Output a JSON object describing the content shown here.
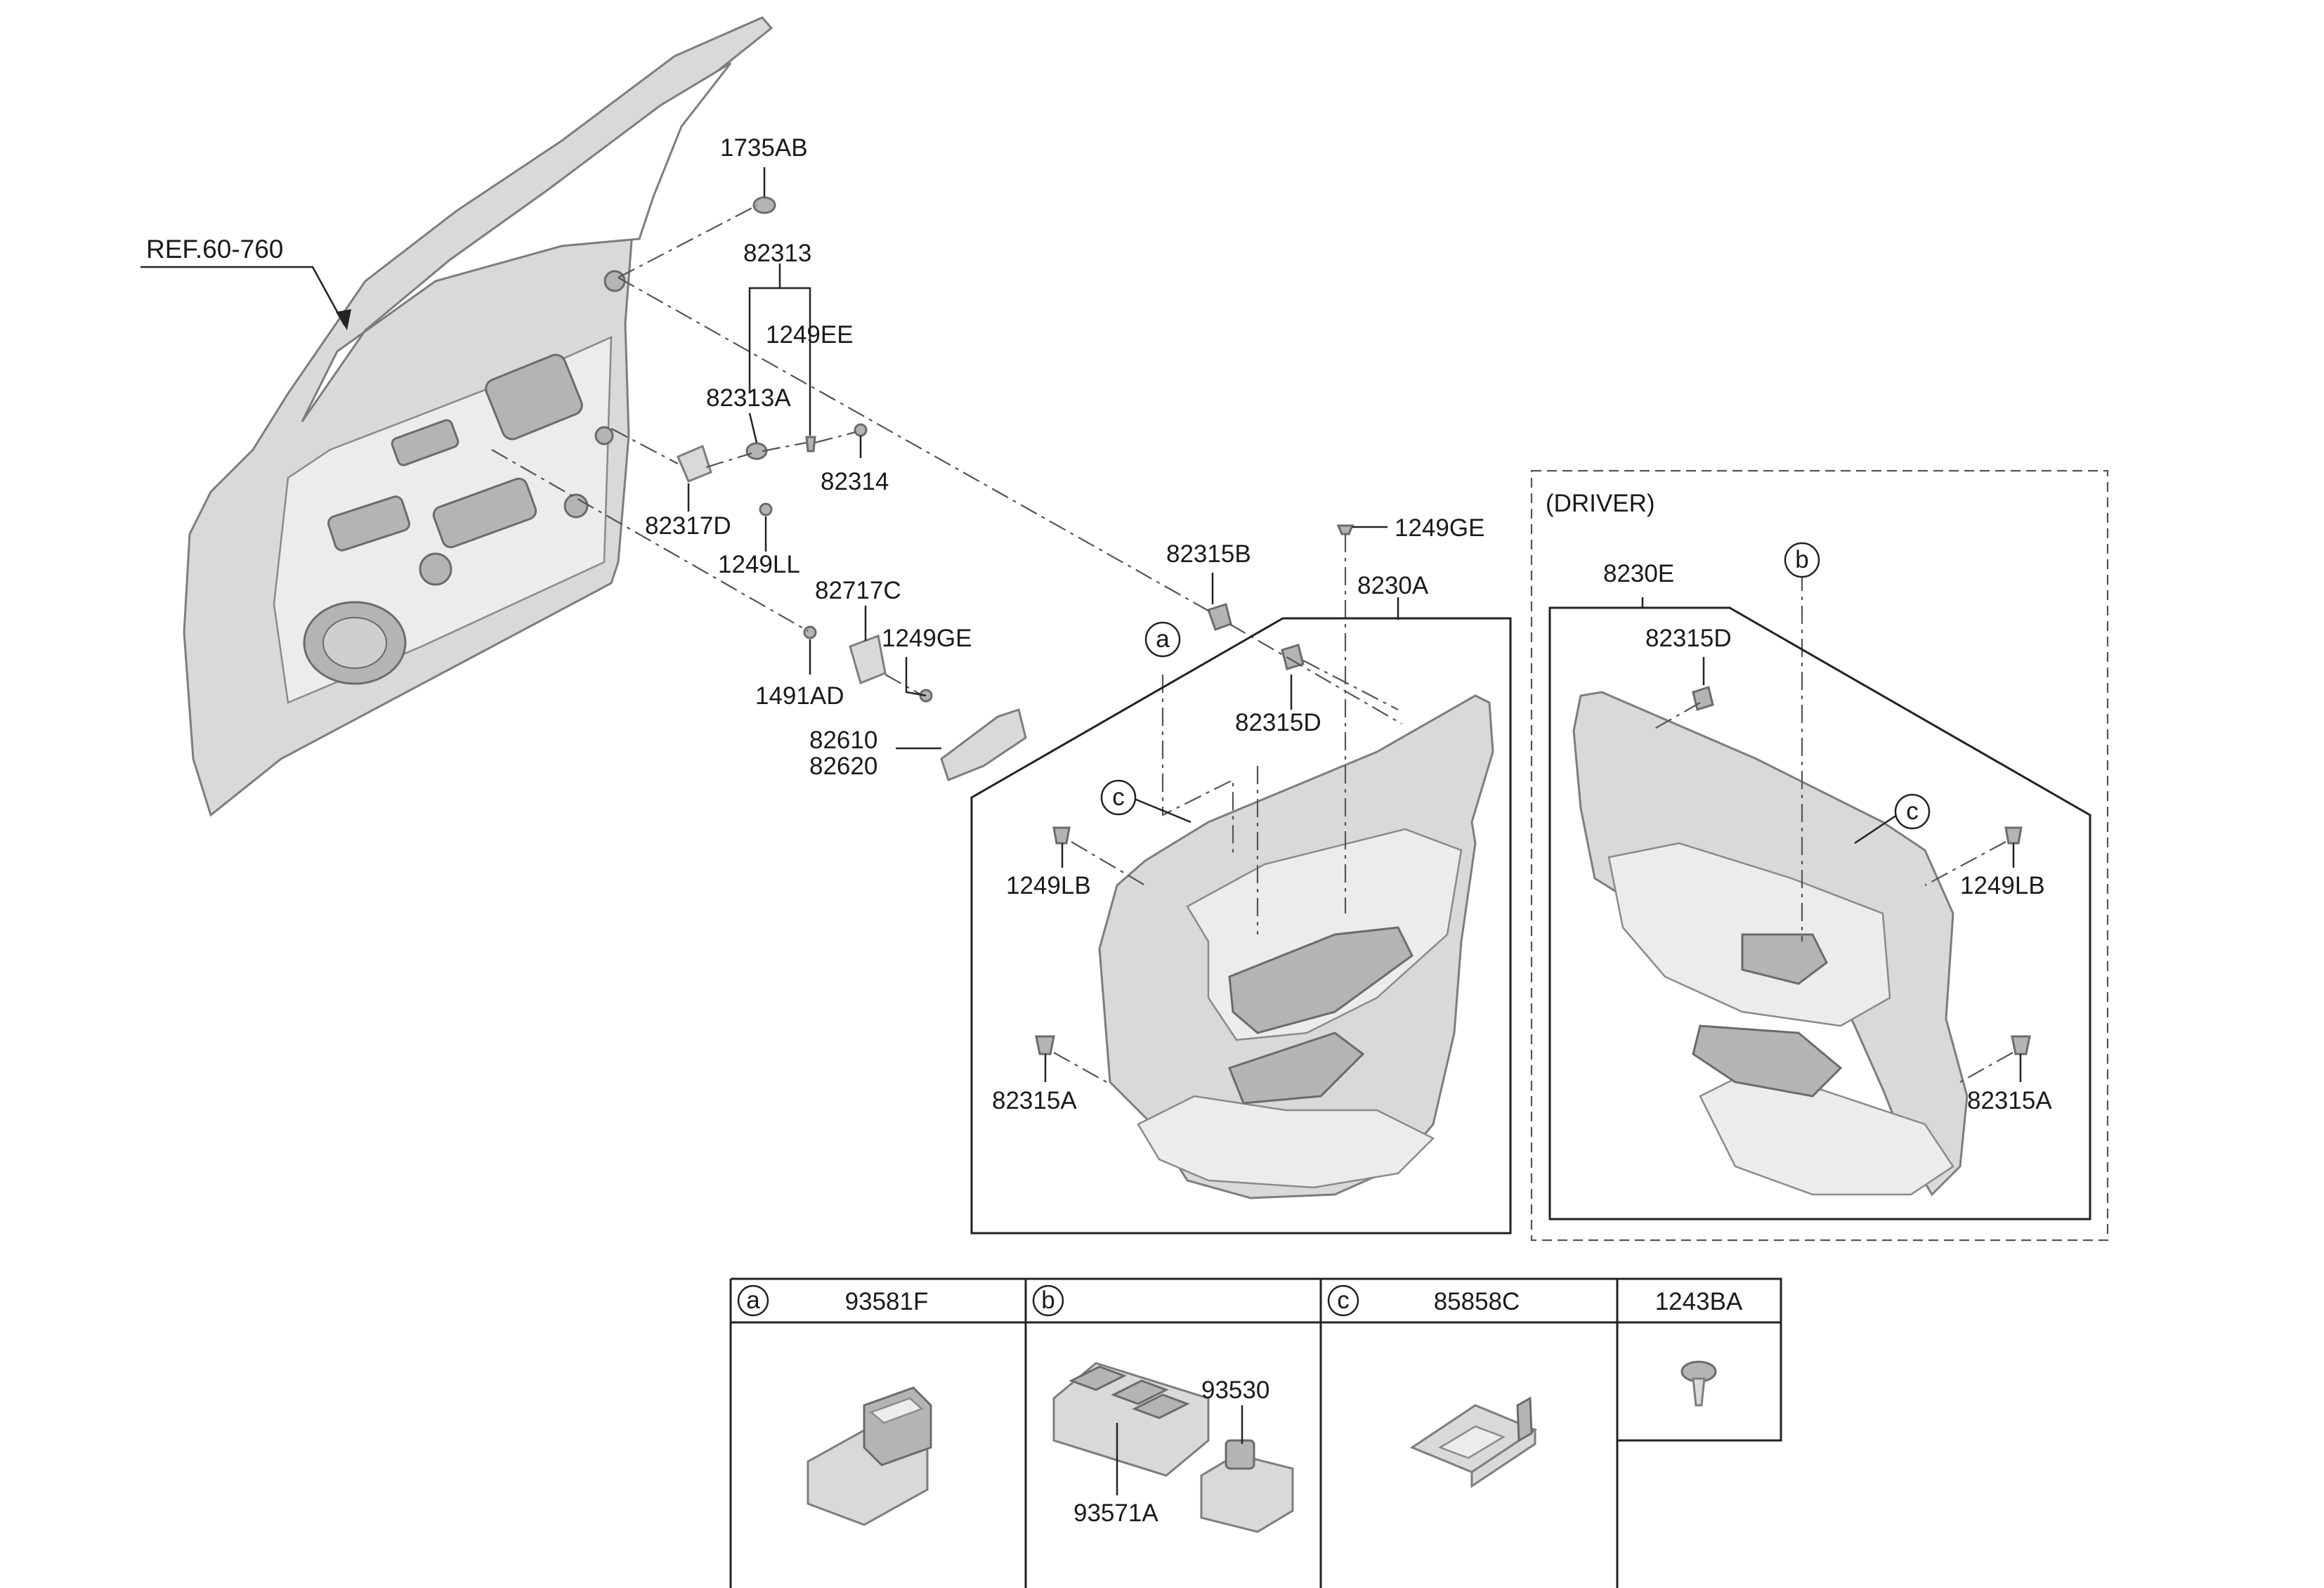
{
  "ref_label": "REF.60-760",
  "driver_label": "(DRIVER)",
  "callouts": {
    "p1735AB": "1735AB",
    "p82313": "82313",
    "p1249EE": "1249EE",
    "p82313A": "82313A",
    "p82314": "82314",
    "p82317D": "82317D",
    "p1249LL": "1249LL",
    "p82717C": "82717C",
    "p1249GE_a": "1249GE",
    "p1491AD": "1491AD",
    "p82610": "82610",
    "p82620": "82620",
    "p82315B": "82315B",
    "p1249GE_b": "1249GE",
    "p8230A": "8230A",
    "p82315D_a": "82315D",
    "p1249LB_a": "1249LB",
    "p82315A_a": "82315A",
    "p8230E": "8230E",
    "p82315D_b": "82315D",
    "p1249LB_b": "1249LB",
    "p82315A_b": "82315A"
  },
  "markers": {
    "a": "a",
    "b": "b",
    "c": "c"
  },
  "table": {
    "headers": [
      {
        "marker": "a",
        "part": "93581F"
      },
      {
        "marker": "b",
        "part": ""
      },
      {
        "marker": "c",
        "part": "85858C"
      },
      {
        "marker": "",
        "part": "1243BA"
      }
    ],
    "sub_labels": {
      "p93530": "93530",
      "p93571A": "93571A"
    }
  }
}
